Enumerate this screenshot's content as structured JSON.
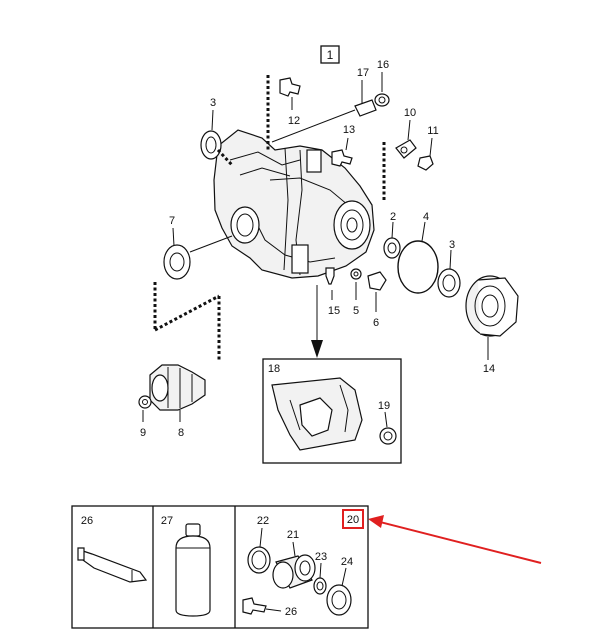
{
  "diagram": {
    "main_ref": "1",
    "labels": {
      "p2": "2",
      "p3a": "3",
      "p3b": "3",
      "p4": "4",
      "p5": "5",
      "p6": "6",
      "p7": "7",
      "p8": "8",
      "p9": "9",
      "p10": "10",
      "p11": "11",
      "p12": "12",
      "p13": "13",
      "p14": "14",
      "p15": "15",
      "p16": "16",
      "p17": "17",
      "p18": "18",
      "p19": "19",
      "p20": "20",
      "p21": "21",
      "p22": "22",
      "p23": "23",
      "p24": "24",
      "p26a": "26",
      "p26b": "26",
      "p27": "27"
    },
    "highlight_color": "#e02020"
  }
}
